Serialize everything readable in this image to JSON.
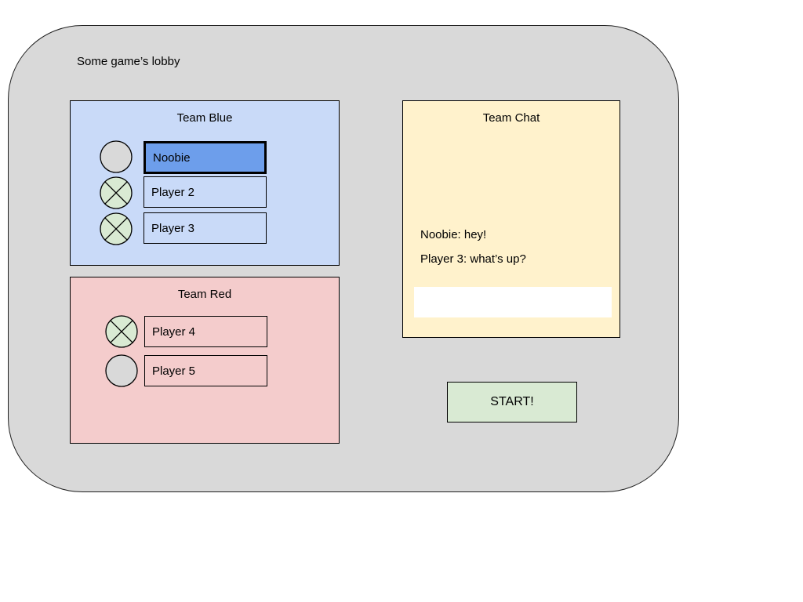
{
  "page": {
    "title": "Some game’s lobby"
  },
  "colors": {
    "page_bg": "#ffffff",
    "lobby_bg": "#d9d9d9",
    "team_blue_bg": "#c9daf8",
    "selected_slot_bg": "#6d9eeb",
    "team_red_bg": "#f4cccc",
    "chat_bg": "#fff2cc",
    "start_button_bg": "#d9ead3",
    "crossed_circle_fill": "#d9ead3",
    "empty_circle_fill": "#d9d9d9",
    "outline": "#000000"
  },
  "icons": {
    "empty_circle": "○",
    "crossed_circle": "⊗"
  },
  "team_blue": {
    "title": "Team Blue",
    "players": [
      {
        "name": "Noobie",
        "marker": "empty-circle",
        "highlighted": true
      },
      {
        "name": "Player 2",
        "marker": "crossed-circle",
        "highlighted": false
      },
      {
        "name": "Player 3",
        "marker": "crossed-circle",
        "highlighted": false
      }
    ]
  },
  "team_red": {
    "title": "Team Red",
    "players": [
      {
        "name": "Player 4",
        "marker": "crossed-circle",
        "highlighted": false
      },
      {
        "name": "Player 5",
        "marker": "empty-circle",
        "highlighted": false
      }
    ]
  },
  "chat": {
    "title": "Team Chat",
    "messages": [
      "Noobie: hey!",
      "Player 3: what’s up?"
    ],
    "input_value": ""
  },
  "start_button": {
    "label": "START!"
  }
}
